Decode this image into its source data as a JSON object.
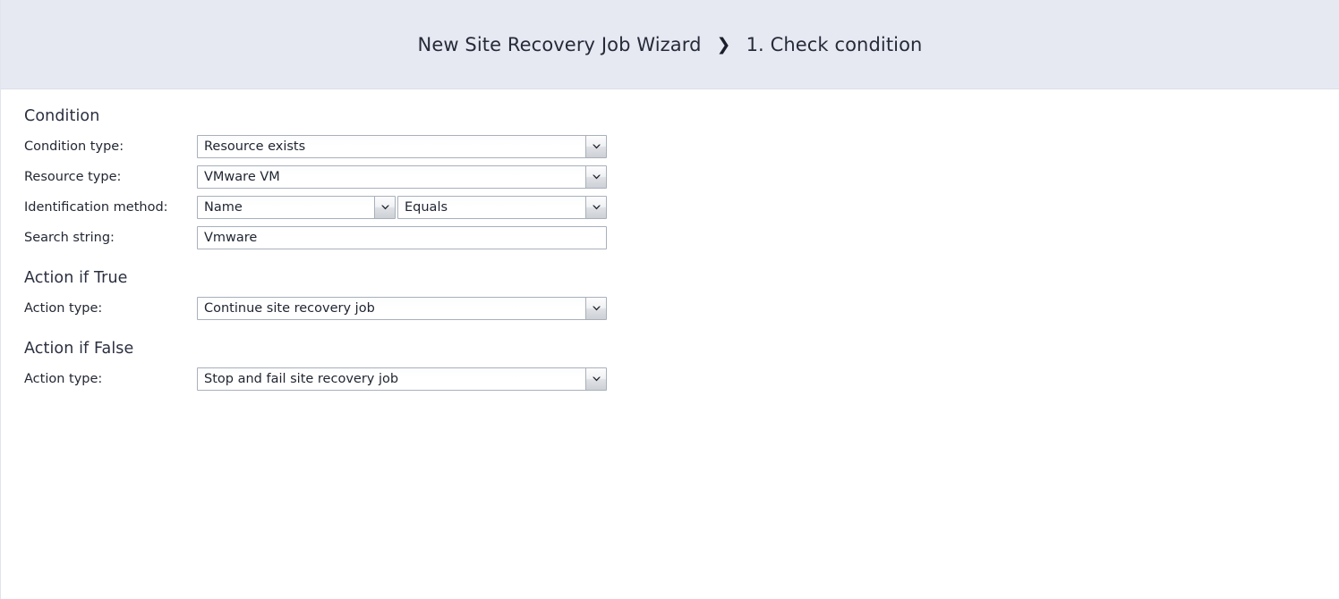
{
  "header": {
    "wizard_title": "New Site Recovery Job Wizard",
    "separator": "❯",
    "step_title": "1. Check condition"
  },
  "sections": [
    {
      "heading": "Condition",
      "rows": [
        {
          "label": "Condition type:",
          "type": "select",
          "value": "Resource exists"
        },
        {
          "label": "Resource type:",
          "type": "select",
          "value": "VMware VM"
        },
        {
          "label": "Identification method:",
          "type": "select-pair",
          "value": "Name",
          "value2": "Equals"
        },
        {
          "label": "Search string:",
          "type": "text",
          "value": "Vmware"
        }
      ]
    },
    {
      "heading": "Action if True",
      "rows": [
        {
          "label": "Action type:",
          "type": "select",
          "value": "Continue site recovery job"
        }
      ]
    },
    {
      "heading": "Action if False",
      "rows": [
        {
          "label": "Action type:",
          "type": "select",
          "value": "Stop and fail site recovery job"
        }
      ]
    }
  ],
  "icons": {
    "dropdown": "chevron-down-icon"
  },
  "colors": {
    "header_band": "#e6e9f2",
    "body": "#ffffff",
    "text": "#1f2430",
    "control_border": "#a9b0bb"
  }
}
